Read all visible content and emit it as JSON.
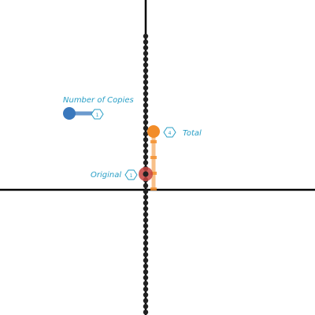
{
  "labels": {
    "copies": "Number of Copies",
    "total": "Total",
    "original": "Original"
  },
  "colors": {
    "copies": "#3a78bd",
    "total": "#f28c28",
    "original": "#c74440",
    "label_text": "#2a9fc6",
    "axis": "#000000",
    "background": "#ffffff"
  },
  "icons": {
    "copies_marker": "hexagon-number-icon",
    "total_marker": "hexagon-number-icon",
    "original_marker": "hexagon-number-icon"
  }
}
